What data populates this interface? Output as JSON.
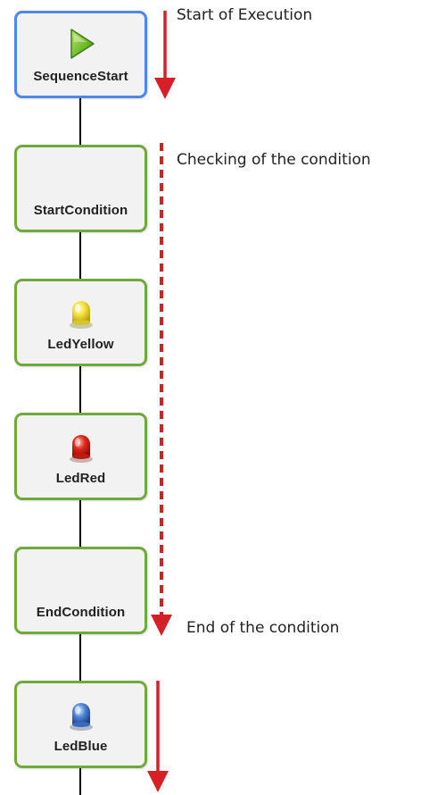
{
  "blocks": [
    {
      "label": "SequenceStart",
      "icon": "play-icon",
      "border": "#4f86e8"
    },
    {
      "label": "StartCondition",
      "icon": "",
      "border": "#70a83c"
    },
    {
      "label": "LedYellow",
      "icon": "led-yellow-icon",
      "border": "#70a83c"
    },
    {
      "label": "LedRed",
      "icon": "led-red-icon",
      "border": "#70a83c"
    },
    {
      "label": "EndCondition",
      "icon": "",
      "border": "#70a83c"
    },
    {
      "label": "LedBlue",
      "icon": "led-blue-icon",
      "border": "#70a83c"
    }
  ],
  "annotations": {
    "start": "Start of Execution",
    "checking": "Checking of the condition",
    "end": "End of the condition"
  },
  "colors": {
    "arrow": "#d62027",
    "flow_line": "#000000",
    "block_border": "#70a83c",
    "start_border": "#4f86e8",
    "block_fill": "#f2f2f2"
  }
}
